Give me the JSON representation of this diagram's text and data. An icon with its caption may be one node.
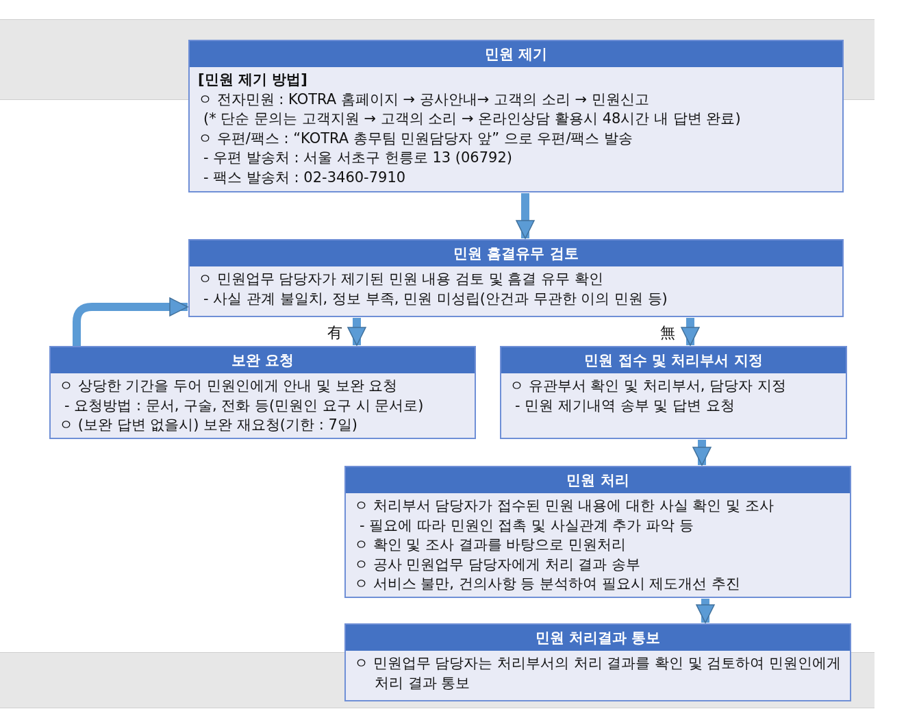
{
  "diagram": {
    "nodes": [
      {
        "text": [
          "민원 제기",
          "[민원 제기 방법]",
          "ㅇ 전자민원 : KOTRA 홈페이지 → 공사안내→ 고객의 소리 → 민원신고",
          "(* 단순 문의는 고객지원 → 고객의 소리 → 온라인상담 활용시 48시간 내 답변 완료)",
          "ㅇ 우편/팩스 : “KOTRA 총무팀 민원담당자 앞” 으로 우편/팩스 발송",
          "- 우편 발송처 : 서울 서초구 헌릉로 13 (06792)",
          "- 팩스 발송처 : 02-3460-7910"
        ]
      },
      {
        "text": [
          "민원 흠결유무 검토",
          "ㅇ 민원업무 담당자가 제기된 민원 내용 검토 및 흠결 유무 확인",
          "- 사실 관계 불일치, 정보 부족, 민원 미성립(안건과 무관한 이의 민원 등)"
        ]
      },
      {
        "text": [
          "보완 요청",
          "ㅇ 상당한 기간을 두어 민원인에게 안내 및 보완 요청",
          "- 요청방법 : 문서, 구술, 전화 등(민원인 요구 시 문서로)",
          "ㅇ (보완 답변 없을시) 보완 재요청(기한 : 7일)"
        ]
      },
      {
        "text": [
          "민원 접수 및 처리부서 지정",
          "ㅇ 유관부서 확인 및 처리부서, 담당자 지정",
          "- 민원 제기내역 송부 및 답변 요청"
        ]
      },
      {
        "text": [
          "민원 처리",
          "ㅇ 처리부서 담당자가 접수된 민원 내용에 대한 사실 확인 및 조사",
          "- 필요에 따라 민원인 접촉 및 사실관계 추가 파악 등",
          "ㅇ 확인 및 조사 결과를 바탕으로 민원처리",
          "ㅇ 공사 민원업무 담당자에게 처리 결과 송부",
          "ㅇ 서비스 불만, 건의사항 등 분석하여 필요시 제도개선 추진"
        ]
      },
      {
        "text": [
          "민원 처리결과 통보",
          "ㅇ 민원업무 담당자는 처리부서의 처리 결과를 확인 및 검토하여 민원인에게 처리 결과 통보"
        ]
      }
    ],
    "edges": [
      {
        "from": 0,
        "to": 1,
        "arrow": "to"
      },
      {
        "from": 1,
        "to": 2,
        "arrow": "to",
        "label": "有"
      },
      {
        "from": 1,
        "to": 3,
        "arrow": "to",
        "label": "無"
      },
      {
        "from": 2,
        "to": 1,
        "arrow": "to"
      },
      {
        "from": 3,
        "to": 4,
        "arrow": "to"
      },
      {
        "from": 4,
        "to": 5,
        "arrow": "to"
      }
    ]
  }
}
